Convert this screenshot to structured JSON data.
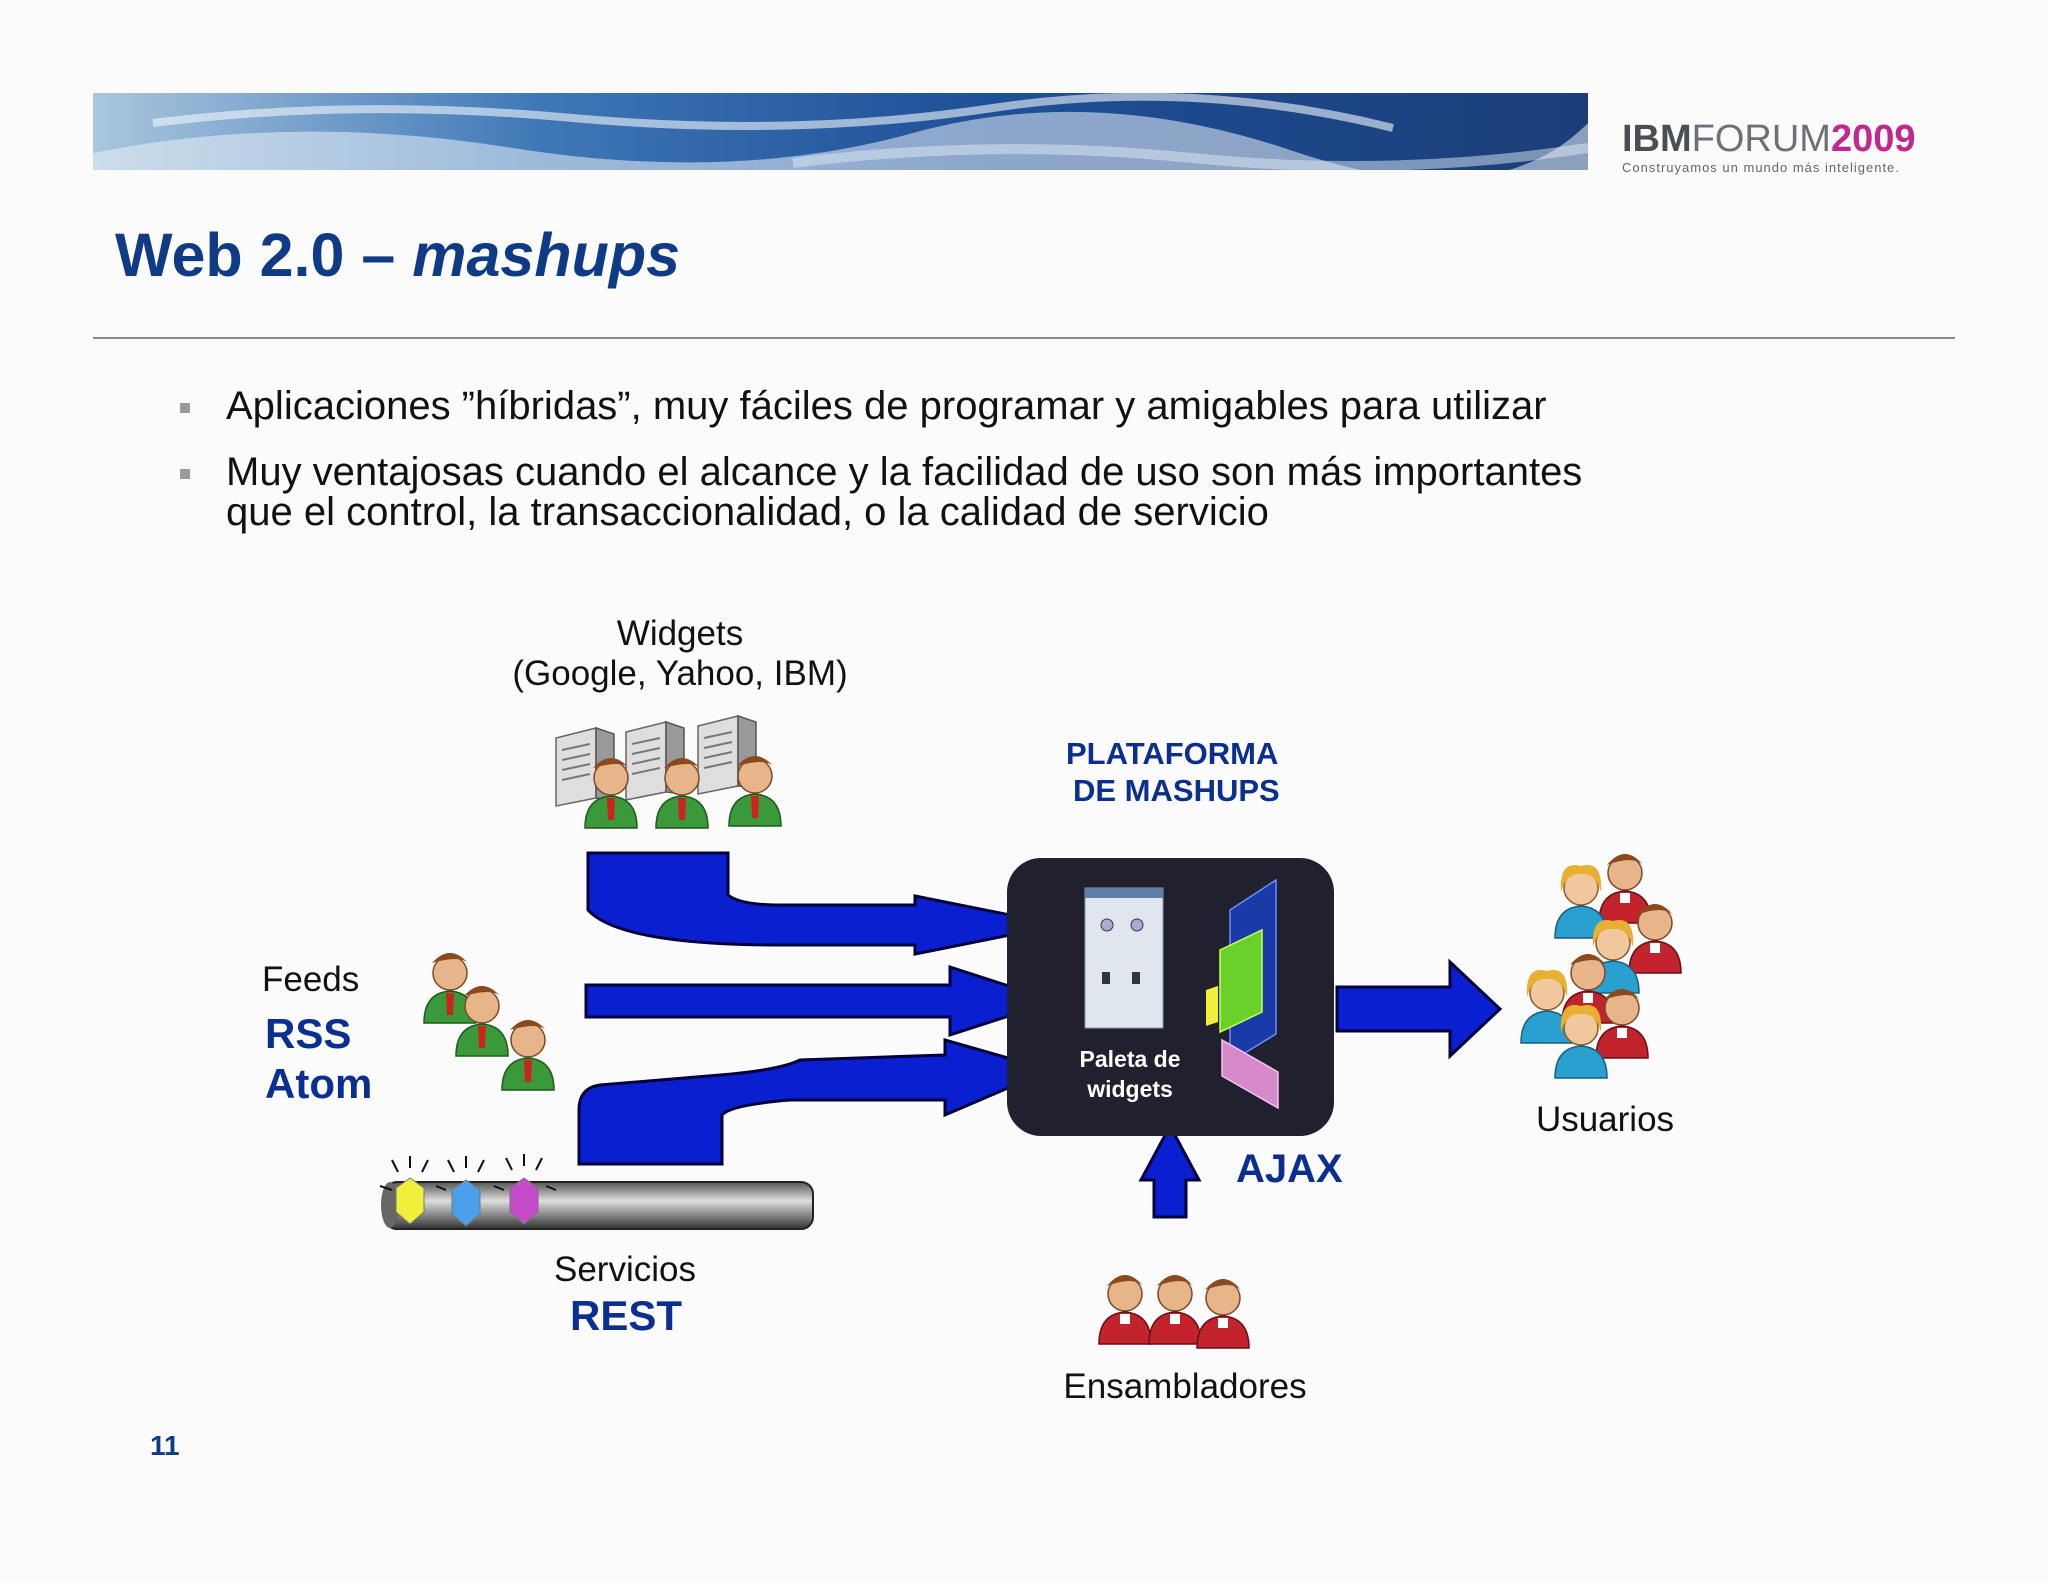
{
  "header": {
    "logo": {
      "ibm": "IBM",
      "forum": "FORUM",
      "year": "2009"
    },
    "tagline": "Construyamos un mundo más inteligente."
  },
  "title": {
    "main": "Web 2.0 – ",
    "italic": "mashups"
  },
  "bullets": [
    {
      "line1": "Aplicaciones ”híbridas”, muy fáciles de programar y amigables para utilizar"
    },
    {
      "line1": "Muy ventajosas cuando el alcance y la facilidad de uso son más importantes",
      "line2": "que el control, la transaccionalidad, o la calidad de servicio"
    }
  ],
  "diagram": {
    "widgets": {
      "label": "Widgets",
      "sub": "(Google, Yahoo, IBM)"
    },
    "feeds": {
      "label": "Feeds",
      "rss": "RSS",
      "atom": "Atom"
    },
    "services": {
      "label": "Servicios",
      "rest": "REST"
    },
    "platform": {
      "line1": "PLATAFORMA",
      "line2": "DE MASHUPS"
    },
    "palette": {
      "line1": "Paleta de",
      "line2": "widgets"
    },
    "ajax": "AJAX",
    "users": "Usuarios",
    "assemblers": "Ensambladores"
  },
  "page_number": "11",
  "colors": {
    "title": "#0e3a86",
    "arrow": "#0a1fd0",
    "platform_box": "#20202e",
    "logo_year": "#c2278d"
  }
}
